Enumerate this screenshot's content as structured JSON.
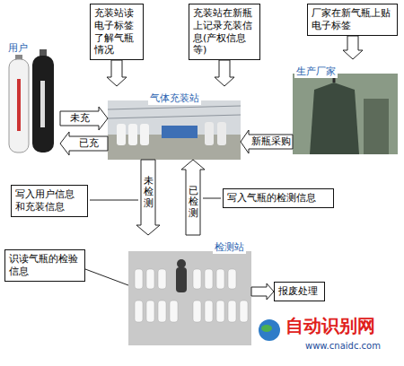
{
  "diagram": {
    "nodes": [
      {
        "text": [
          "用户"
        ]
      },
      {
        "text": [
          "充装站读电子标签了解气瓶情况"
        ]
      },
      {
        "text": [
          "气体充装站"
        ]
      },
      {
        "text": [
          "充装站在新瓶上记录充装信息(产权信息等)"
        ]
      },
      {
        "text": [
          "厂家在新气瓶上贴电子标签"
        ]
      },
      {
        "text": [
          "生产厂家"
        ]
      },
      {
        "text": [
          "写入用户信息和充装信息"
        ]
      },
      {
        "text": [
          "检测站"
        ]
      },
      {
        "text": [
          "写入气瓶的检测信息"
        ]
      },
      {
        "text": [
          "识读气瓶的检验信息"
        ]
      },
      {
        "text": [
          "报废处理"
        ]
      }
    ],
    "edges": [
      {
        "from": 0,
        "to": 2,
        "label": "未充",
        "arrow": "to"
      },
      {
        "from": 2,
        "to": 0,
        "label": "已充",
        "arrow": "to"
      },
      {
        "from": 5,
        "to": 2,
        "label": "新瓶采购",
        "arrow": "to"
      },
      {
        "from": 1,
        "to": 2,
        "arrow": "to"
      },
      {
        "from": 3,
        "to": 2,
        "arrow": "to"
      },
      {
        "from": 4,
        "to": 5,
        "arrow": "to"
      },
      {
        "from": 2,
        "to": 7,
        "label": "未检测",
        "arrow": "to"
      },
      {
        "from": 7,
        "to": 2,
        "label": "已检测",
        "arrow": "to"
      },
      {
        "from": 9,
        "to": 7,
        "arrow": "none"
      },
      {
        "from": 7,
        "to": 10,
        "arrow": "to"
      }
    ],
    "labels": [
      "自动识别网",
      "www.cnaidc.com"
    ]
  }
}
